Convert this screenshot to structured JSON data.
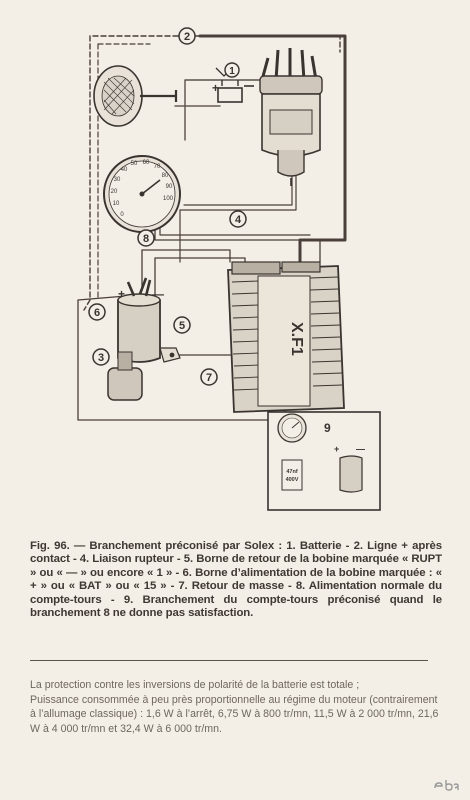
{
  "labels": {
    "n1": "1",
    "n2": "2",
    "n3": "3",
    "n4": "4",
    "n5": "5",
    "n6": "6",
    "n7": "7",
    "n8": "8",
    "n9": "9",
    "device": "X.F1",
    "plus": "+",
    "minus": "—",
    "cap_line1": "47nf",
    "cap_line2": "400V",
    "gauge_ticks": [
      "0",
      "10",
      "20",
      "30",
      "40",
      "50",
      "60",
      "70",
      "80",
      "90",
      "100"
    ]
  },
  "caption": "Fig. 96. — Branchement préconisé par Solex : 1. Batterie - 2. Ligne + après contact - 4. Liaison rupteur - 5. Borne de retour de la bobine marquée « RUPT » ou « — » ou encore « 1 » - 6. Borne d’alimentation de la bobine marquée : « + » ou « BAT » ou « 15 » - 7. Retour de masse - 8. Alimentation normale du compte-tours - 9. Branchement du compte-tours préconisé quand le branchement 8 ne donne pas satisfaction.",
  "body": {
    "line1": "La protection contre les inversions de polarité de la batterie est totale ;",
    "line2": "Puissance consommée à peu près proportionnelle au régime du moteur (contrairement à l’allumage classique) : 1,6 W à l’arrêt, 6,75 W à 800 tr/mn, 11,5 W à 2 000 tr/mn, 21,6 W à 4 000 tr/mn et 32,4 W à 6 000 tr/mn."
  },
  "watermark": "ebay",
  "colors": {
    "paper": "#f3eee6",
    "ink": "#3a3430",
    "wire_dark": "#4a3f39",
    "body_text": "#6e6760"
  }
}
